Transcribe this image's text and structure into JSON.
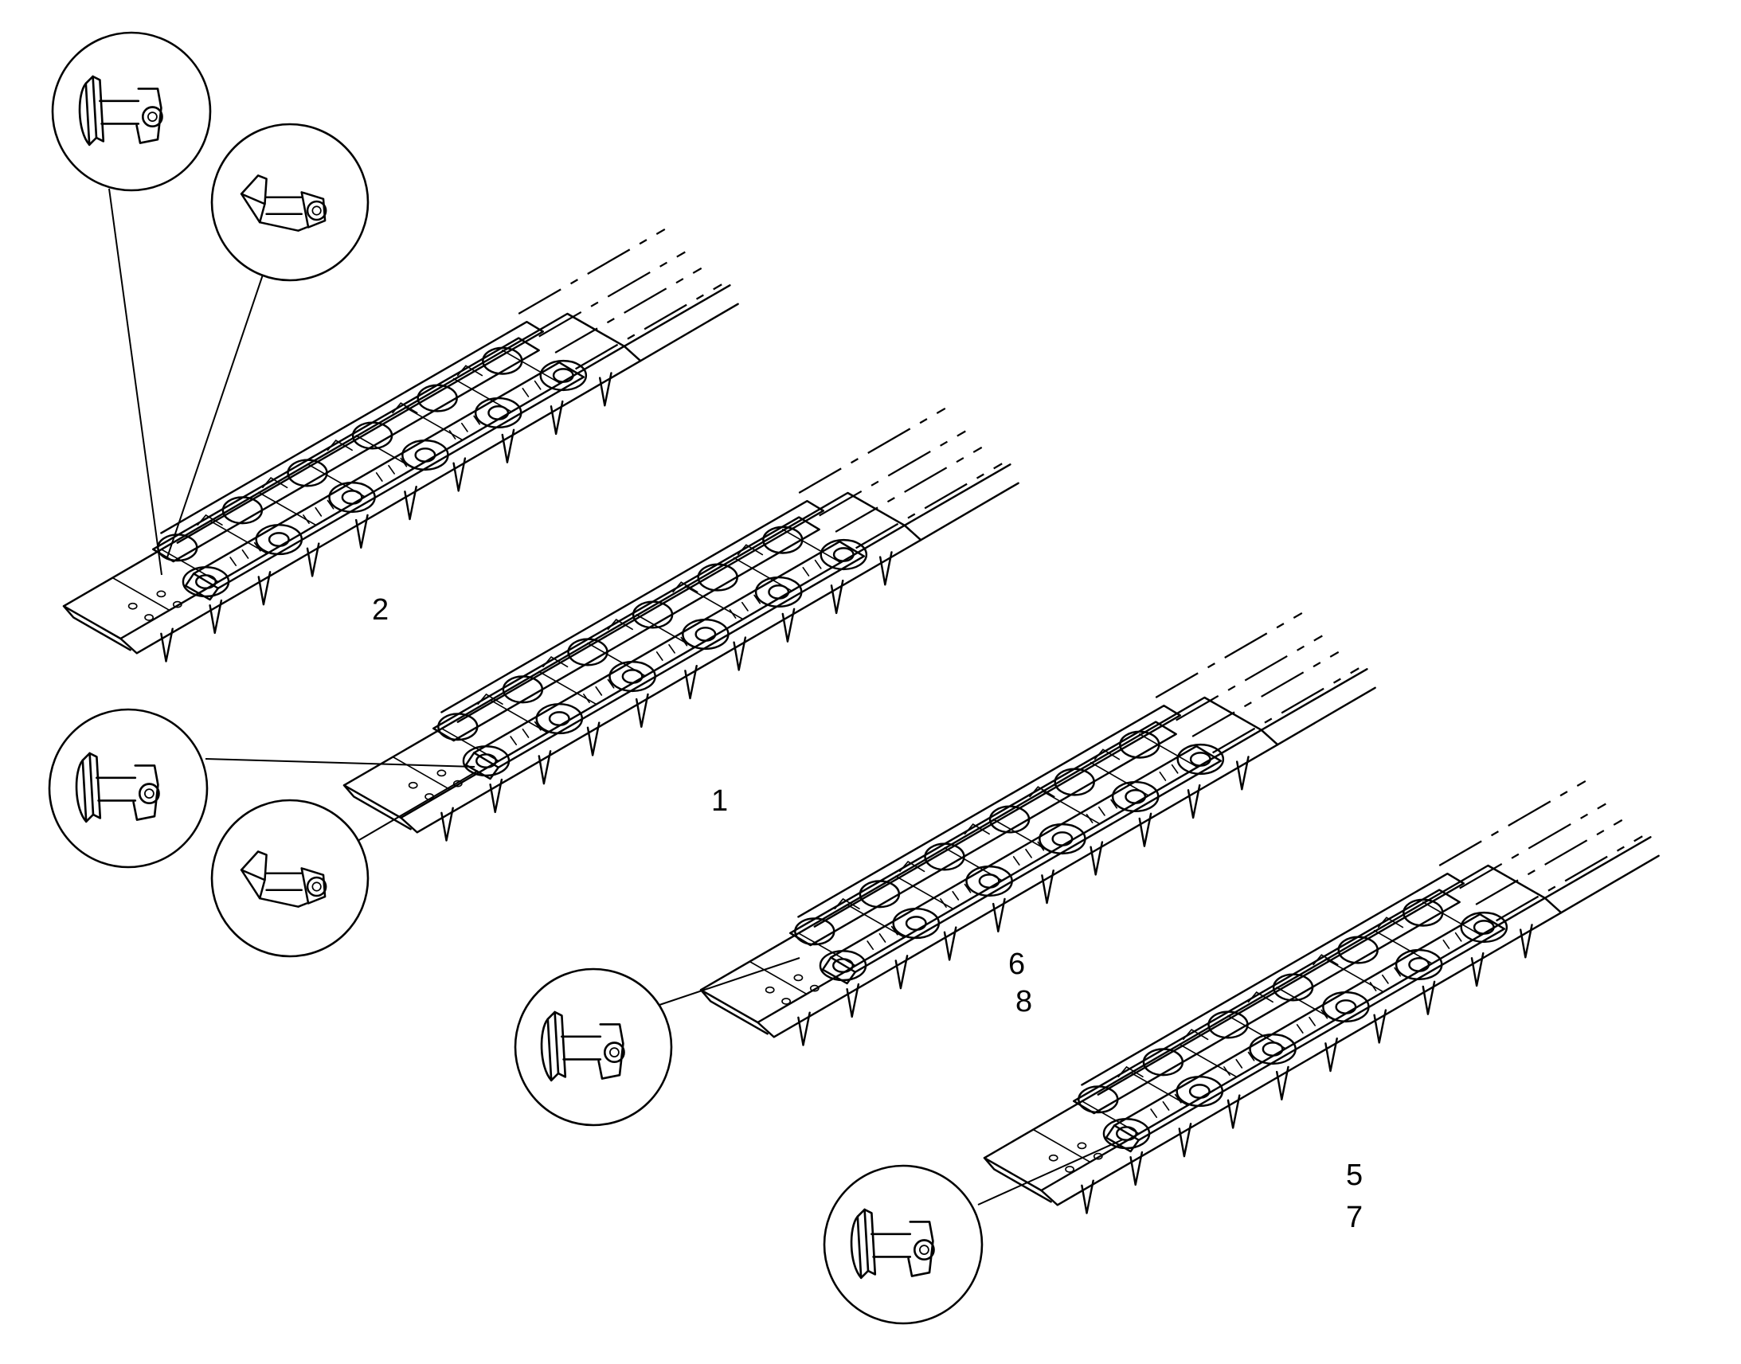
{
  "callouts": {
    "assembly_2": "2",
    "assembly_1": "1",
    "assembly_6": "6",
    "assembly_8": "8",
    "assembly_5": "5",
    "assembly_7": "7"
  },
  "assemblies": [
    {
      "id": "conveyor-2",
      "labels": [
        "2"
      ],
      "detail_views": 2
    },
    {
      "id": "conveyor-1",
      "labels": [
        "1"
      ],
      "detail_views": 2
    },
    {
      "id": "conveyor-6-8",
      "labels": [
        "6",
        "8"
      ],
      "detail_views": 1
    },
    {
      "id": "conveyor-5-7",
      "labels": [
        "5",
        "7"
      ],
      "detail_views": 1
    }
  ],
  "colors": {
    "line": "#000000",
    "background": "#ffffff"
  }
}
